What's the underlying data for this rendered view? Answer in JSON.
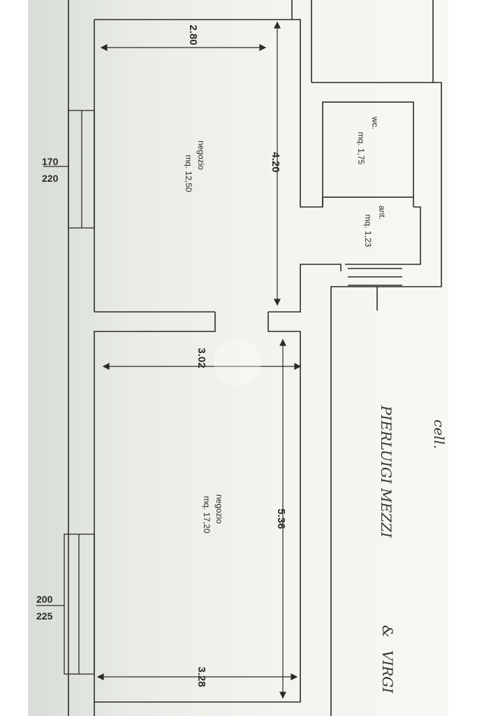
{
  "rooms": {
    "shop_top": {
      "name": "negozio",
      "area": "mq. 12,50"
    },
    "wc": {
      "name": "wc.",
      "area": "mq. 1,75"
    },
    "ant": {
      "name": "ant.",
      "area": "mq. 1,23"
    },
    "shop_bottom": {
      "name": "negozio",
      "area": "mq. 17,20"
    }
  },
  "dimensions": {
    "top_width": "2.80",
    "top_height": "4.20",
    "bottom_width": "3.02",
    "bottom_height": "5.36",
    "bottom_width_end": "3.28"
  },
  "windows": {
    "top": {
      "line1": "170",
      "line2": "220"
    },
    "bottom": {
      "line1": "200",
      "line2": "225"
    }
  },
  "handwriting": {
    "owner": "PIERLUIGI MEZZI",
    "partner": "VIRGI",
    "top_scrawl": "cell."
  },
  "colors": {
    "ink": "#2a2a2a",
    "paper": "#eef0eb"
  }
}
